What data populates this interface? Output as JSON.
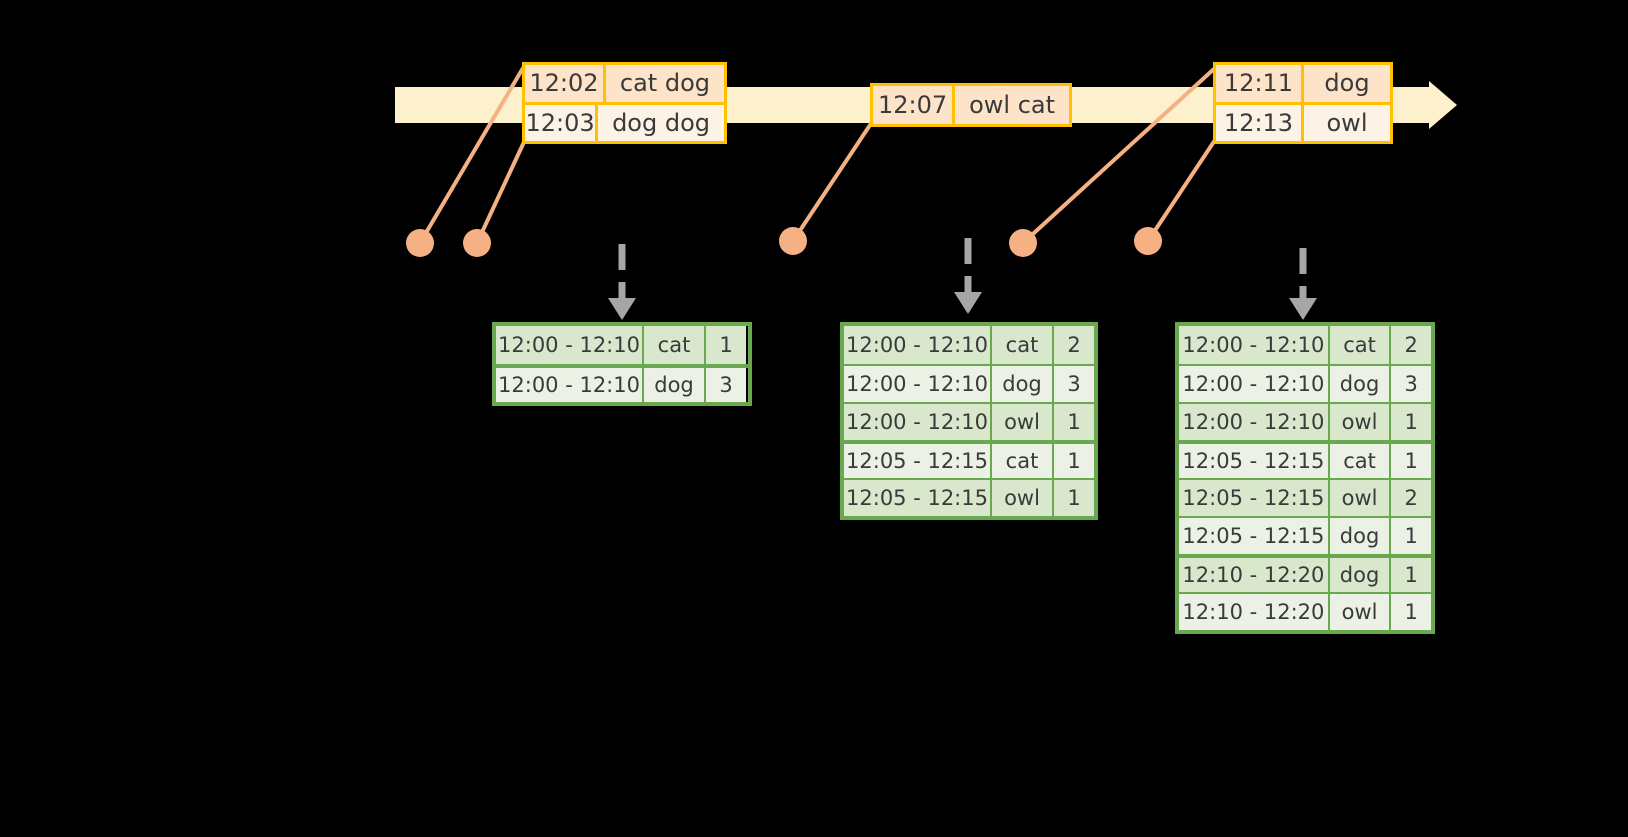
{
  "timeline": {
    "name": "event-stream-timeline",
    "bar_color": "#fdf0cd",
    "arrow_direction": "right",
    "event_boxes": [
      {
        "id": "event-box-1",
        "rows": [
          {
            "time": "12:02",
            "text": "cat dog"
          },
          {
            "time": "12:03",
            "text": "dog dog"
          }
        ]
      },
      {
        "id": "event-box-2",
        "rows": [
          {
            "time": "12:07",
            "text": "owl cat"
          }
        ]
      },
      {
        "id": "event-box-3",
        "rows": [
          {
            "time": "12:11",
            "text": "dog"
          },
          {
            "time": "12:13",
            "text": "owl"
          }
        ]
      }
    ]
  },
  "markers": {
    "name": "event-marker-dots",
    "color": "#f5b183",
    "count": 5,
    "labels": [
      "marker-1",
      "marker-2",
      "marker-3",
      "marker-4",
      "marker-5"
    ]
  },
  "columns": [
    "window",
    "key",
    "count"
  ],
  "tables": [
    {
      "id": "result-table-1",
      "rows": [
        {
          "window": "12:00 - 12:10",
          "key": "cat",
          "count": "1",
          "group": 1
        },
        {
          "window": "12:00 - 12:10",
          "key": "dog",
          "count": "3",
          "group": 1
        }
      ]
    },
    {
      "id": "result-table-2",
      "rows": [
        {
          "window": "12:00 - 12:10",
          "key": "cat",
          "count": "2",
          "group": 1
        },
        {
          "window": "12:00 - 12:10",
          "key": "dog",
          "count": "3",
          "group": 1
        },
        {
          "window": "12:00 - 12:10",
          "key": "owl",
          "count": "1",
          "group": 1
        },
        {
          "window": "12:05 - 12:15",
          "key": "cat",
          "count": "1",
          "group": 2
        },
        {
          "window": "12:05 - 12:15",
          "key": "owl",
          "count": "1",
          "group": 2
        }
      ]
    },
    {
      "id": "result-table-3",
      "rows": [
        {
          "window": "12:00 - 12:10",
          "key": "cat",
          "count": "2",
          "group": 1
        },
        {
          "window": "12:00 - 12:10",
          "key": "dog",
          "count": "3",
          "group": 1
        },
        {
          "window": "12:00 - 12:10",
          "key": "owl",
          "count": "1",
          "group": 1
        },
        {
          "window": "12:05 - 12:15",
          "key": "cat",
          "count": "1",
          "group": 2
        },
        {
          "window": "12:05 - 12:15",
          "key": "owl",
          "count": "2",
          "group": 2
        },
        {
          "window": "12:05 - 12:15",
          "key": "dog",
          "count": "1",
          "group": 2
        },
        {
          "window": "12:10 - 12:20",
          "key": "dog",
          "count": "1",
          "group": 3
        },
        {
          "window": "12:10 - 12:20",
          "key": "owl",
          "count": "1",
          "group": 3
        }
      ]
    }
  ],
  "connectors": {
    "name": "marker-to-event-connectors",
    "color": "#f5b183",
    "emit_arrows": {
      "name": "emit-arrow",
      "style": "dashed",
      "color": "#a6a6a6",
      "direction": "down",
      "count": 3
    }
  },
  "colors": {
    "background": "#000000",
    "timeline": "#fdf0cd",
    "event_border": "#ffc000",
    "event_fill_a": "#fde3c8",
    "event_fill_b": "#fdf2e6",
    "table_border": "#6aa84f",
    "table_fill_a": "#d9e7cd",
    "table_fill_b": "#ebf1e5",
    "marker": "#f5b183",
    "arrow_gray": "#a6a6a6",
    "text": "#3a3a3a"
  }
}
